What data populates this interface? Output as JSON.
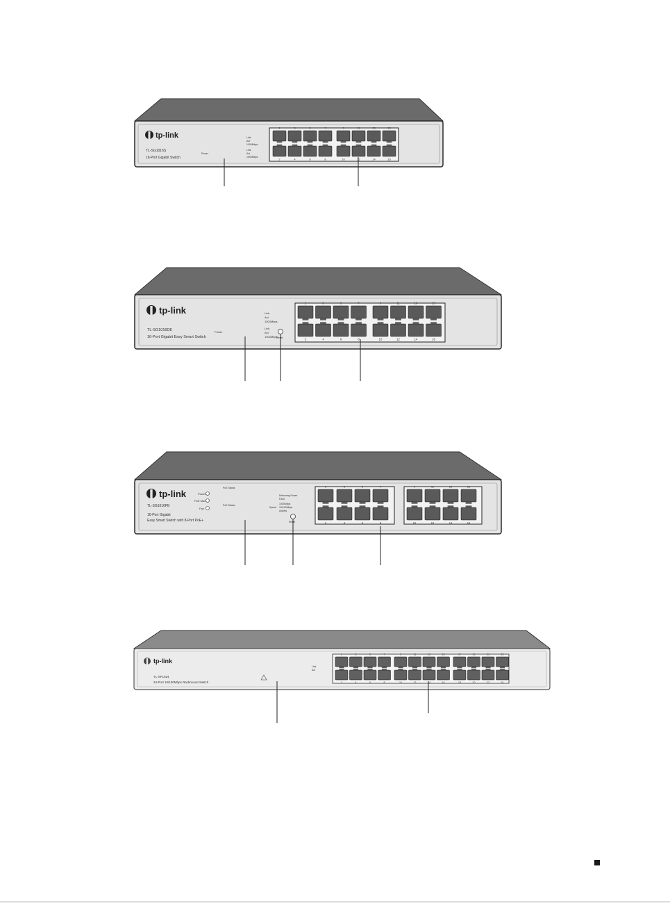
{
  "switches": [
    {
      "brand": "tp-link",
      "model": "TL-SG1016S",
      "description": "16-Port Gigabit Switch",
      "led_labels": [
        "Link",
        "Act",
        "1000Mbps",
        "Link",
        "Act",
        "1000Mbps"
      ],
      "power_label": "Power",
      "top_ports": [
        "1",
        "3",
        "5",
        "7",
        "9",
        "11",
        "13",
        "15"
      ],
      "bottom_ports": [
        "2",
        "4",
        "6",
        "8",
        "10",
        "12",
        "14",
        "16"
      ]
    },
    {
      "brand": "tp-link",
      "model": "TL-SG1016DE",
      "description": "16-Port Gigabit Easy Smart Switch",
      "led_labels": [
        "Link",
        "Act",
        "1000Mbps",
        "Link",
        "Act",
        "1000Mbps"
      ],
      "power_label": "Power",
      "reset_label": "Reset",
      "top_ports": [
        "1",
        "3",
        "5",
        "7",
        "9",
        "11",
        "13",
        "15"
      ],
      "bottom_ports": [
        "2",
        "4",
        "6",
        "8",
        "10",
        "12",
        "14",
        "16"
      ]
    },
    {
      "brand": "tp-link",
      "model": "TL-SG1016PE",
      "description_line1": "16-Port Gigabit",
      "description_line2": "Easy Smart Switch with 8-Port PoE+",
      "status_leds": [
        "Power",
        "PoE Max",
        "Fan"
      ],
      "poe_status_label": "PoE Status",
      "poe_labels": [
        "Delivering Power",
        "Fault"
      ],
      "speed_group_label": "Speed",
      "speed_labels": [
        "1000Mbps",
        "10/100Mbps",
        "Activity"
      ],
      "reset_label": "Reset",
      "top_ports": [
        "1",
        "3",
        "5",
        "7",
        "9",
        "11",
        "13",
        "15"
      ],
      "bottom_ports": [
        "2",
        "4",
        "6",
        "8",
        "10",
        "12",
        "14",
        "16"
      ]
    },
    {
      "brand": "tp-link",
      "model": "TL-SF1024",
      "description": "24-Port 10/100Mbps Rackmount Switch",
      "led_labels": [
        "Link",
        "Act"
      ],
      "top_ports": [
        "1",
        "3",
        "5",
        "7",
        "9",
        "11",
        "13",
        "15",
        "17",
        "19",
        "21",
        "23"
      ],
      "bottom_ports": [
        "2",
        "4",
        "6",
        "8",
        "10",
        "12",
        "14",
        "16",
        "18",
        "20",
        "22",
        "24"
      ]
    }
  ]
}
